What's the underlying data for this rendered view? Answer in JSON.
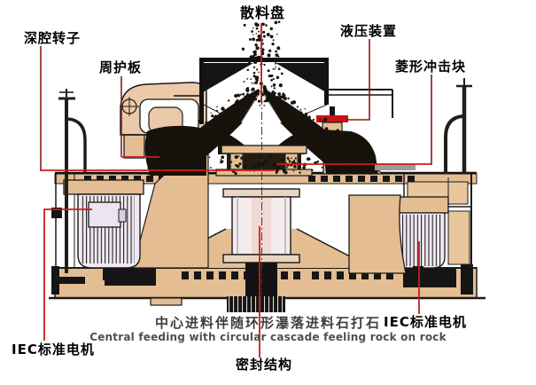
{
  "diagram": {
    "labels": {
      "scatter_disc": "散料盘",
      "deep_cavity_rotor": "深腔转子",
      "peripheral_guard_plate": "周护板",
      "hydraulic_device": "液压装置",
      "diamond_impact_block": "菱形冲击块",
      "iec_motor_left": "IEC标准电机",
      "iec_motor_right": "IEC标准电机",
      "seal_structure": "密封结构"
    },
    "caption": {
      "zh": "中心进料伴随环形瀑落进料石打石",
      "en": "Central feeding with circular cascade feeling rock on rock"
    },
    "colors": {
      "leader_bright": "#cc1b1b",
      "leader_dark": "#8b1a1a",
      "machine_tan": "#e4bd92",
      "machine_tan_light": "#edd0ab",
      "elbow_pink_tan": "#ecc9a8",
      "motor_body": "#efe9f2",
      "rock_dark": "#17120c",
      "hydraulic_red": "#cc1111",
      "gray_block": "#9c9c9c"
    }
  }
}
